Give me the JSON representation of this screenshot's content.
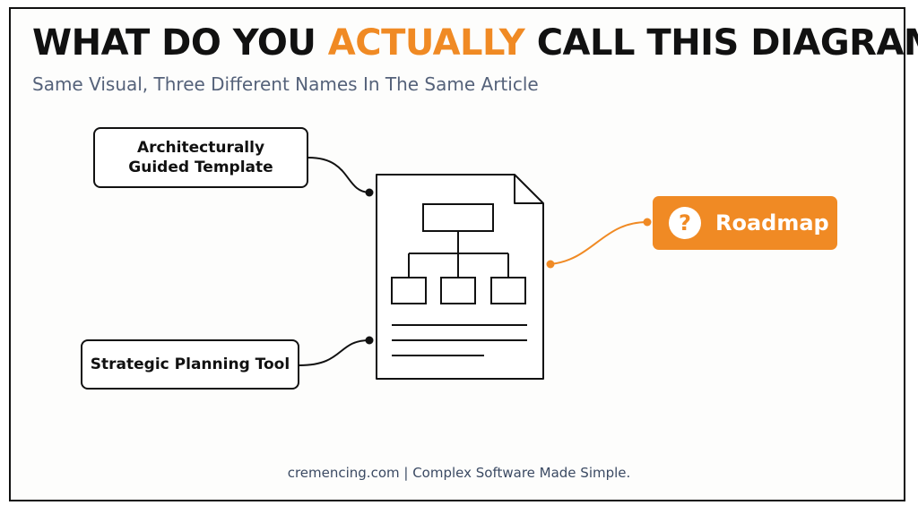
{
  "title": {
    "part1": "WHAT DO YOU ",
    "accent": "ACTUALLY",
    "part2": " CALL THIS DIAGRAM?"
  },
  "subtitle": "Same Visual, Three Different Names In The Same Article",
  "labels": {
    "architectural": "Architecturally Guided Template",
    "strategic": "Strategic Planning Tool",
    "roadmap": "Roadmap",
    "roadmap_icon_glyph": "?"
  },
  "footer": "cremencing.com | Complex Software Made Simple.",
  "colors": {
    "accent": "#f08a24",
    "ink": "#111111",
    "subtitle": "#55627a"
  },
  "icons": [
    "question-mark-icon",
    "document-icon",
    "org-chart-icon"
  ]
}
